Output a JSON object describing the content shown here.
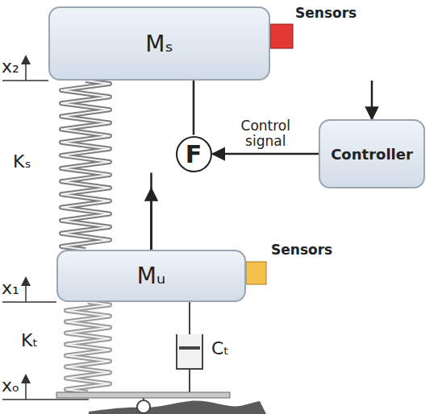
{
  "diagram": {
    "nodes": [
      {
        "text": [
          "Mₛ"
        ]
      },
      {
        "text": [
          "Mᵤ"
        ]
      },
      {
        "text": [
          "F"
        ]
      },
      {
        "text": [
          "Controller"
        ]
      }
    ],
    "edges": [
      {
        "from": 0,
        "to": 2,
        "arrow": "none"
      },
      {
        "from": 2,
        "to": 1,
        "arrow": "none"
      },
      {
        "from": 3,
        "to": 2,
        "arrow": "to",
        "label": "Control signal"
      },
      {
        "from": 0,
        "to": 3,
        "arrow": "to"
      },
      {
        "from": 1,
        "to": 3,
        "arrow": "to"
      }
    ],
    "labels": [
      "Sensors",
      "Sensors",
      "Kₛ",
      "Kₜ",
      "Cₜ",
      "x₂",
      "x₁",
      "xₒ"
    ]
  }
}
